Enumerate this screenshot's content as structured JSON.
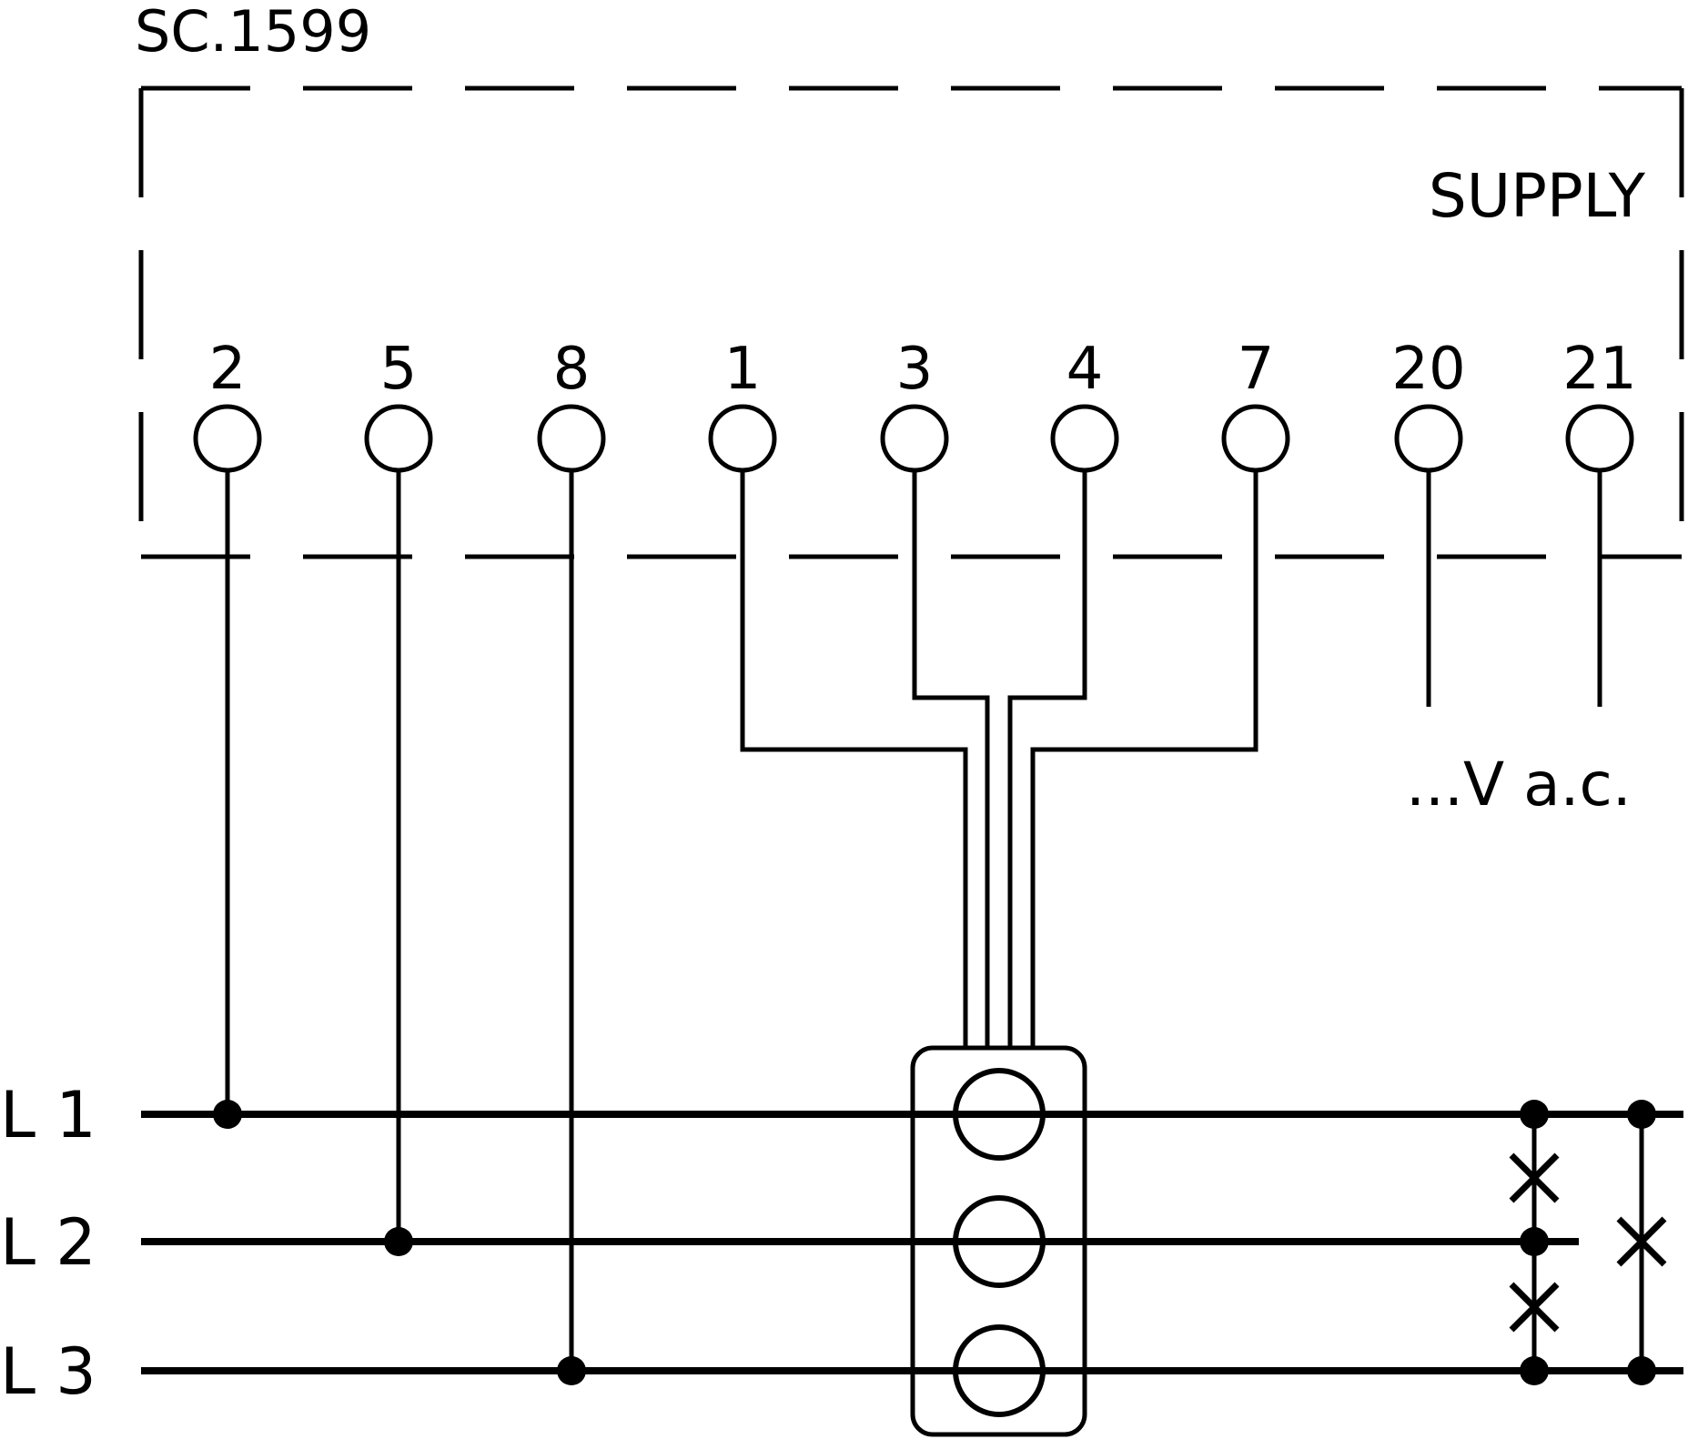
{
  "title": "SC.1599",
  "supply_label": "SUPPLY",
  "voltage_label": "...V a.c.",
  "terminals": [
    "2",
    "5",
    "8",
    "1",
    "3",
    "4",
    "7",
    "20",
    "21"
  ],
  "lines": [
    "L 1",
    "L 2",
    "L 3"
  ]
}
